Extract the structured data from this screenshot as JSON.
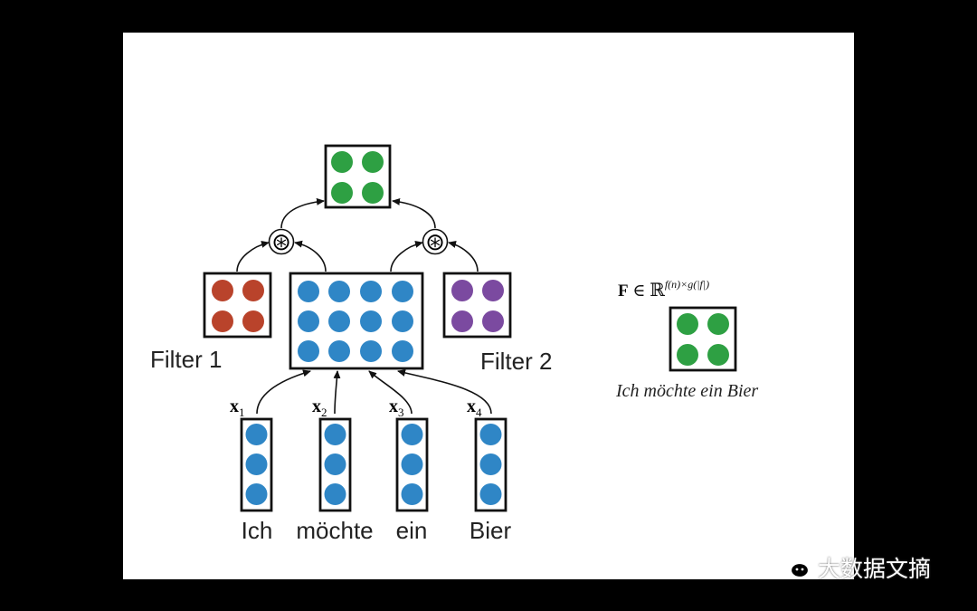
{
  "colors": {
    "background": "#000000",
    "slide": "#ffffff",
    "green": "#2ea043",
    "red": "#b9432b",
    "blue": "#2f86c6",
    "purple": "#7b4aa0",
    "stroke": "#111111"
  },
  "diagram": {
    "filter1_label": "Filter 1",
    "filter2_label": "Filter 2",
    "conv_symbol": "⊛",
    "words": [
      {
        "vector": "x",
        "index": "1",
        "word": "Ich"
      },
      {
        "vector": "x",
        "index": "2",
        "word": "möchte"
      },
      {
        "vector": "x",
        "index": "3",
        "word": "ein"
      },
      {
        "vector": "x",
        "index": "4",
        "word": "Bier"
      }
    ]
  },
  "formula": {
    "lhs": "F",
    "in_symbol": " ∈ ",
    "set": "ℝ",
    "exponent": "f(n)×g(|f|)",
    "caption": "Ich möchte ein Bier"
  },
  "watermark": {
    "text": "大数据文摘",
    "icon": "wechat-icon"
  }
}
